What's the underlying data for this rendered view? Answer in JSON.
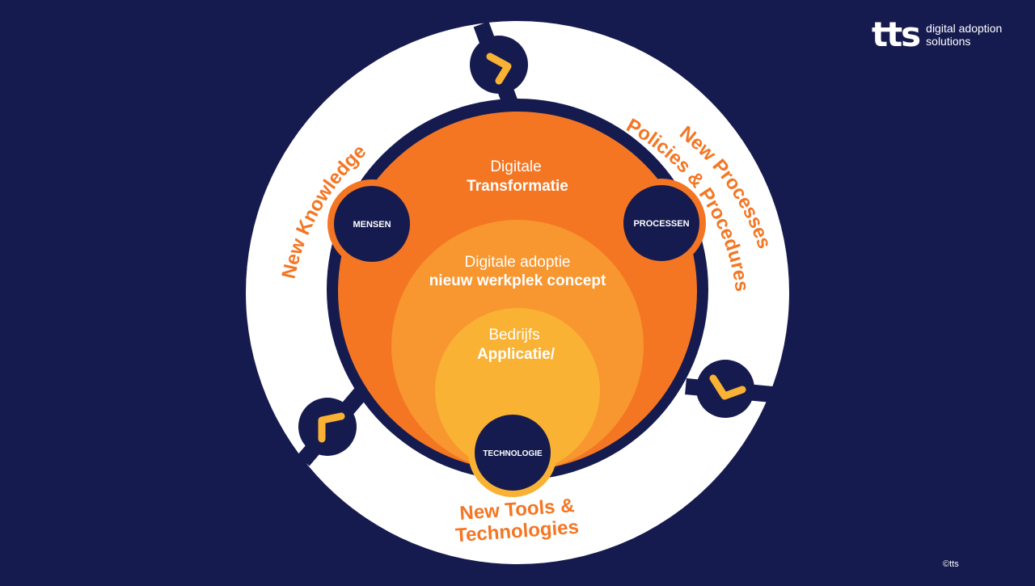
{
  "logo": {
    "mark": "tts",
    "line1": "digital adoption",
    "line2": "solutions"
  },
  "copyright": "©tts",
  "circles": {
    "outer_top": "Digitale",
    "outer_bottom": "Transformatie",
    "middle_top": "Digitale adoptie",
    "middle_bottom": "nieuw werkplek concept",
    "inner_top": "Bedrijfs",
    "inner_bottom": "Applicatie/"
  },
  "nodes": {
    "mensen": "MENSEN",
    "processen": "PROCESSEN",
    "technologie": "TECHNOLOGIE"
  },
  "ring_labels": {
    "knowledge": "New Knowledge",
    "processes_line1": "New Processes,",
    "processes_line2": "Policies & Procedures",
    "tools_line1": "New Tools &",
    "tools_line2": "Technologies"
  },
  "colors": {
    "background": "#161b4f",
    "orange": "#f47623",
    "orange_mid": "#f8962f",
    "yellow": "#f9b233",
    "white": "#ffffff"
  }
}
